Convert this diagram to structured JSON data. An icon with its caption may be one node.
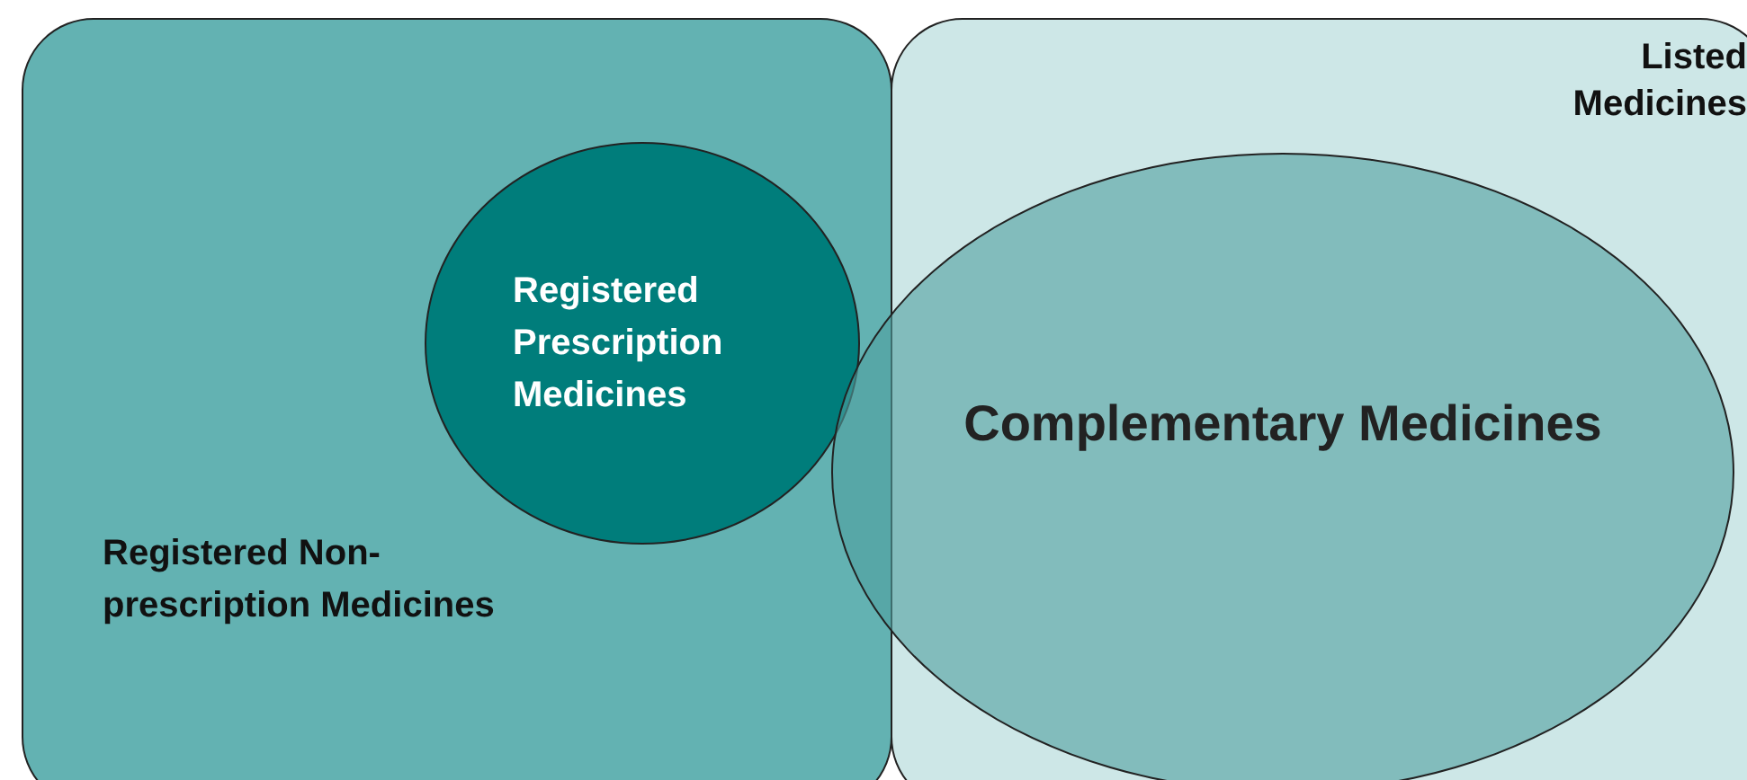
{
  "diagram": {
    "nodes": [
      {
        "text": [
          "Registered Non-prescription Medicines"
        ]
      },
      {
        "text": [
          "Registered Prescription Medicines"
        ],
        "in": 0
      },
      {
        "text": [
          "Listed Medicines"
        ]
      },
      {
        "text": [
          "Complementary Medicines"
        ]
      }
    ]
  }
}
